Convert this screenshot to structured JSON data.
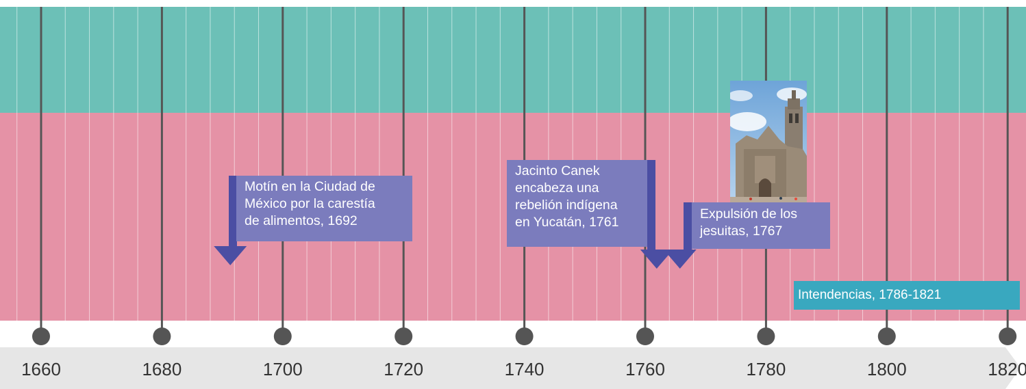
{
  "axis": {
    "years": [
      "1660",
      "1680",
      "1700",
      "1720",
      "1740",
      "1760",
      "1780",
      "1800",
      "1820"
    ]
  },
  "bands": {
    "top_color": "#6cc0b7",
    "bottom_color": "#e592a6",
    "axis_color": "#e6e6e6",
    "line_color": "#555555",
    "event_color": "#7b7cbd",
    "arrow_color": "#4b4ea3",
    "period_color": "#39a8bf"
  },
  "events": [
    {
      "text": "Motín en la Ciudad de\nMéxico por la carestía\nde alimentos, 1692",
      "year": 1692
    },
    {
      "text": "Jacinto Canek\nencabeza una\nrebelión indígena\nen Yucatán, 1761",
      "year": 1761
    },
    {
      "text": "Expulsión de los\njesuitas, 1767",
      "year": 1767
    }
  ],
  "periods": [
    {
      "text": "Intendencias, 1786-1821",
      "start": 1786,
      "end": 1821
    }
  ],
  "photo": {
    "subject": "cathedral-facade-image",
    "year": 1767
  }
}
